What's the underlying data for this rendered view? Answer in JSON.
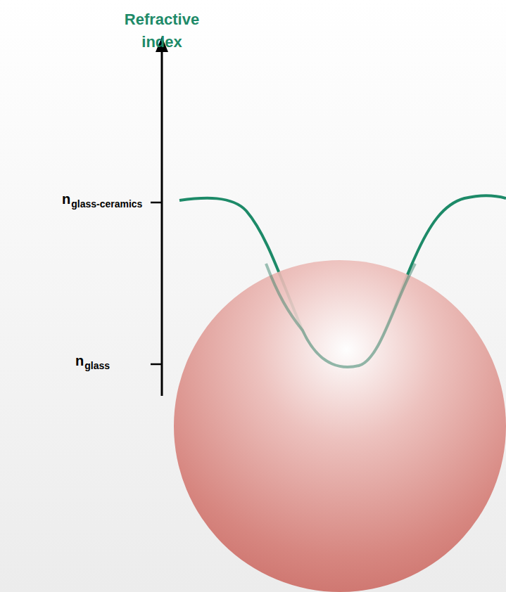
{
  "diagram": {
    "labels": [
      "Refractive index",
      "n",
      "glass-ceramics",
      "n",
      "glass"
    ]
  }
}
